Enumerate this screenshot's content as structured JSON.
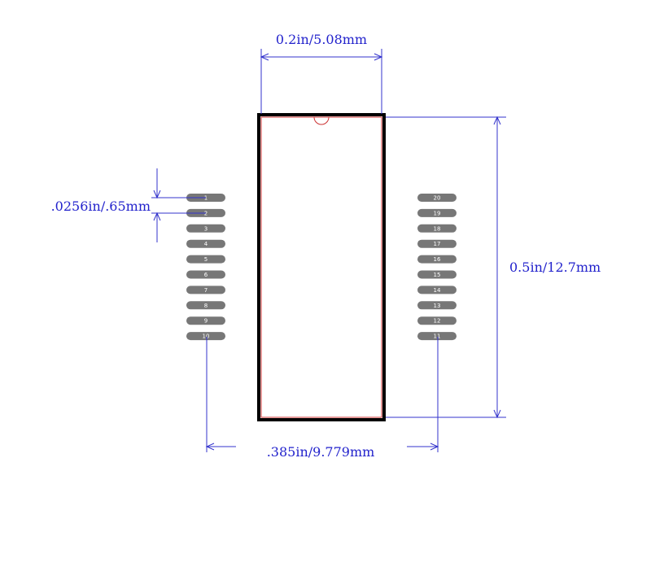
{
  "dimensions": {
    "body_width": "0.2in/5.08mm",
    "body_length": "0.5in/12.7mm",
    "pin_pitch": ".0256in/.65mm",
    "lead_span": ".385in/9.779mm"
  },
  "pins": {
    "left": [
      "1",
      "2",
      "3",
      "4",
      "5",
      "6",
      "7",
      "8",
      "9",
      "10"
    ],
    "right": [
      "20",
      "19",
      "18",
      "17",
      "16",
      "15",
      "14",
      "13",
      "12",
      "11"
    ]
  },
  "colors": {
    "dimension": "#3333cc",
    "body_outline": "#000000",
    "body_inner": "#cc3333",
    "pad": "#777777",
    "pin1_notch": "#cc3333"
  }
}
